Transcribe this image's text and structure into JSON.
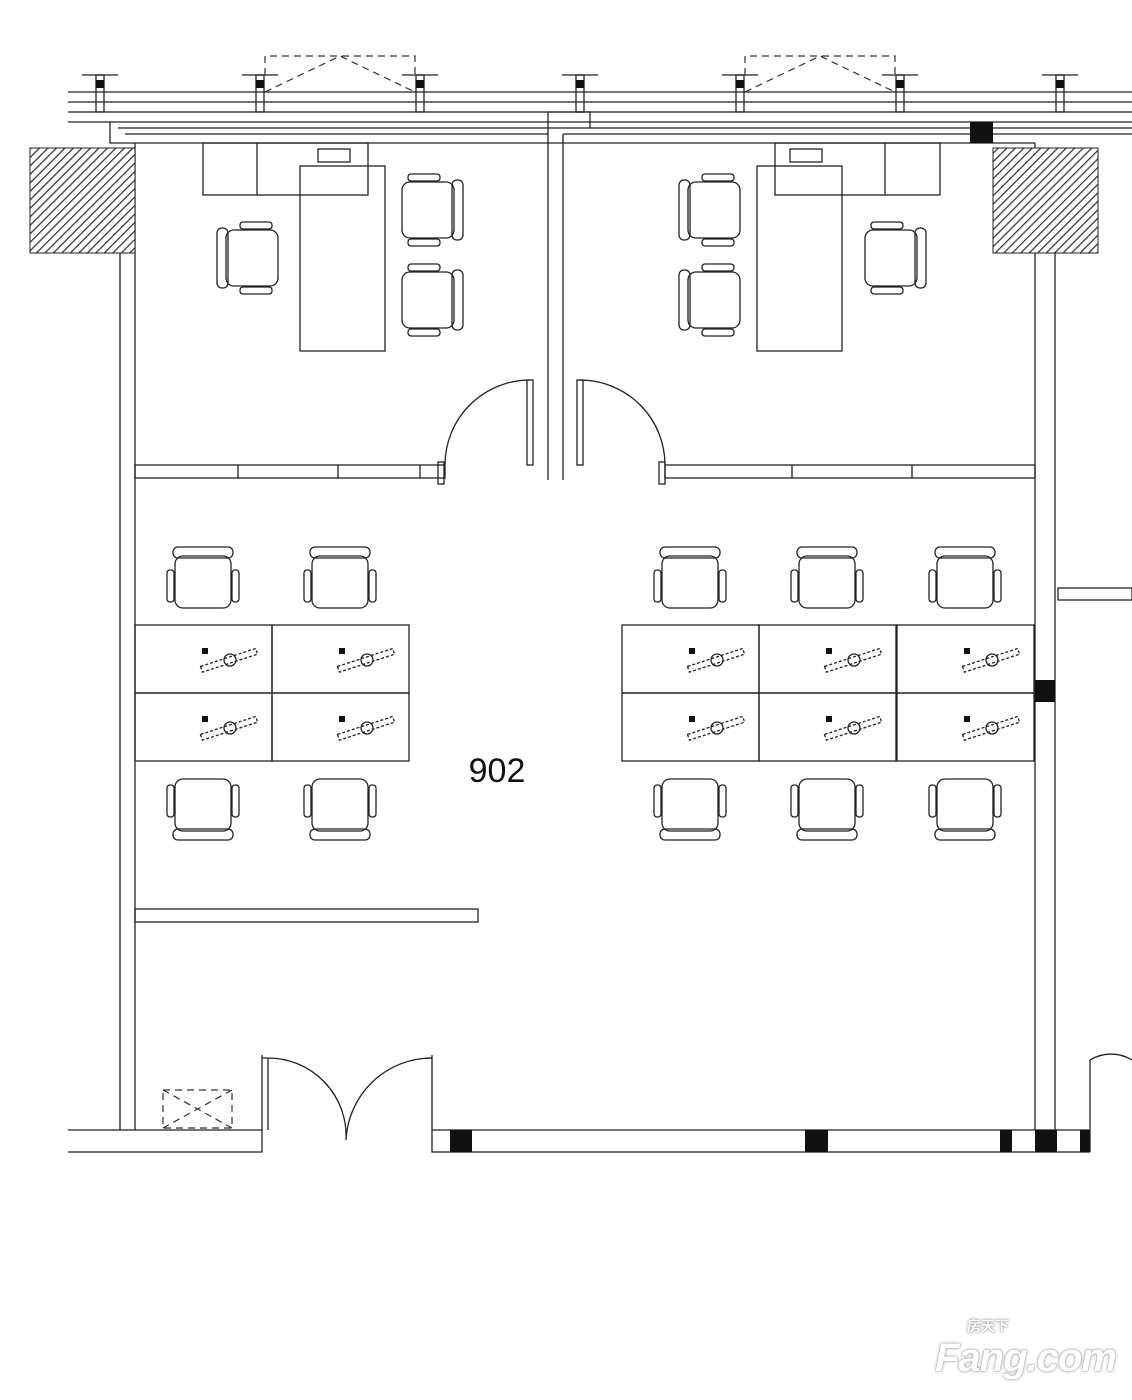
{
  "room_number": "902",
  "watermark": {
    "chinese": "房天下",
    "brand": "Fang.com"
  }
}
